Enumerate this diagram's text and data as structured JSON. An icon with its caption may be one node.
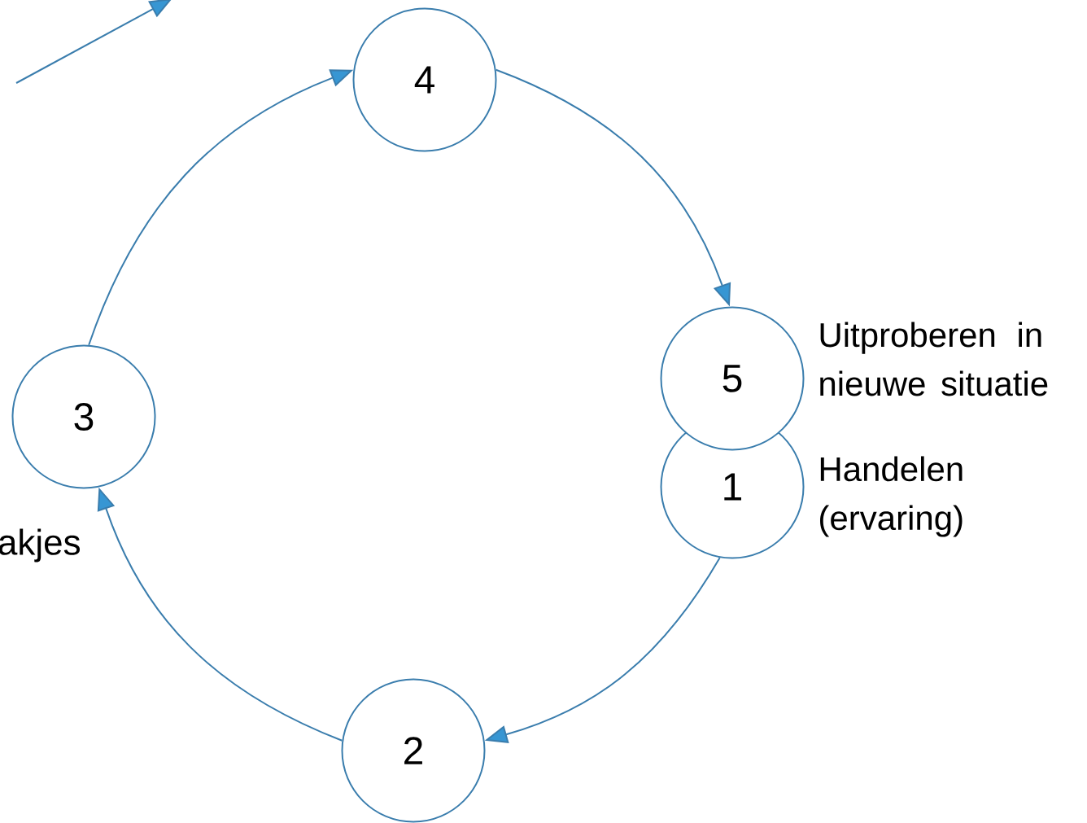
{
  "diagram": {
    "nodes": [
      {
        "text": [
          "1"
        ],
        "beside": [
          "Handelen (ervaring)"
        ]
      },
      {
        "text": [
          "2"
        ]
      },
      {
        "text": [
          "3"
        ]
      },
      {
        "text": [
          "4"
        ]
      },
      {
        "text": [
          "5"
        ],
        "beside": [
          "Uitproberen in nieuwe situatie"
        ]
      }
    ],
    "edges": [
      {
        "from": 0,
        "to": 1,
        "arrow": "to"
      },
      {
        "from": 1,
        "to": 2,
        "arrow": "to"
      },
      {
        "from": 2,
        "to": 3,
        "arrow": "to"
      },
      {
        "from": 3,
        "to": 4,
        "arrow": "to"
      }
    ],
    "labels": [
      "akjes"
    ]
  }
}
